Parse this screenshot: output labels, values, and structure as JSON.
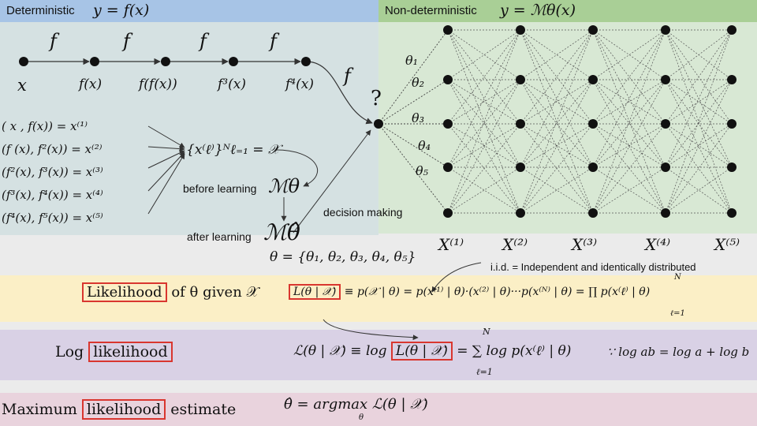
{
  "header": {
    "deterministic_label": "Deterministic",
    "deterministic_formula": "y = f(x)",
    "nondeterministic_label": "Non-deterministic",
    "nondeterministic_formula": "y = ℳθ(x)"
  },
  "chain": {
    "edge_label": "f",
    "nodes": [
      "x",
      "f(x)",
      "f(f(x))",
      "f³(x)",
      "f⁴(x)"
    ],
    "question": "?"
  },
  "pairs": [
    "(    x   ,  f(x)) = x⁽¹⁾",
    "(f  (x), f²(x)) = x⁽²⁾",
    "(f²(x), f³(x)) = x⁽³⁾",
    "(f³(x), f⁴(x)) = x⁽⁴⁾",
    "(f⁴(x), f⁵(x)) = x⁽⁵⁾"
  ],
  "dataset": "{x⁽ℓ⁾}ᴺℓ₌₁ = 𝒳",
  "model": {
    "before_label": "before learning",
    "before_symbol": "ℳθ",
    "after_label": "after learning",
    "after_symbol": "ℳθ̂",
    "decision_label": "decision making"
  },
  "thetas": [
    "θ₁",
    "θ₂",
    "θ₃",
    "θ₄",
    "θ₅"
  ],
  "layers": [
    "X⁽¹⁾",
    "X⁽²⁾",
    "X⁽³⁾",
    "X⁽⁴⁾",
    "X⁽⁵⁾"
  ],
  "theta_set": "θ = {θ₁, θ₂, θ₃, θ₄, θ₅}",
  "iid_note": "i.i.d. = Independent and identically distributed",
  "likelihood": {
    "prefix": "Likelihood",
    "suffix": "of θ given 𝒳",
    "boxed_lhs": "L(θ | 𝒳)",
    "rhs": "≡ p(𝒳 | θ) = p(x⁽¹⁾ | θ)·(x⁽²⁾ | θ)···p(x⁽ᴺ⁾ | θ) = ∏ p(x⁽ℓ⁾ | θ)",
    "prod_top": "N",
    "prod_bottom": "ℓ=1"
  },
  "loglik": {
    "prefix": "Log",
    "boxed": "likelihood",
    "formula_lhs": "ℒ(θ | 𝒳) ≡ log",
    "formula_box": "L(θ | 𝒳)",
    "formula_rhs": "= ∑ log p(x⁽ℓ⁾ | θ)",
    "sum_top": "N",
    "sum_bottom": "ℓ=1",
    "because": "∵ log ab = log a + log b"
  },
  "mle": {
    "prefix": "Maximum",
    "boxed": "likelihood",
    "suffix": "estimate",
    "formula": "θ̂ = argmax ℒ(θ | 𝒳)",
    "argmax_sub": "θ"
  }
}
